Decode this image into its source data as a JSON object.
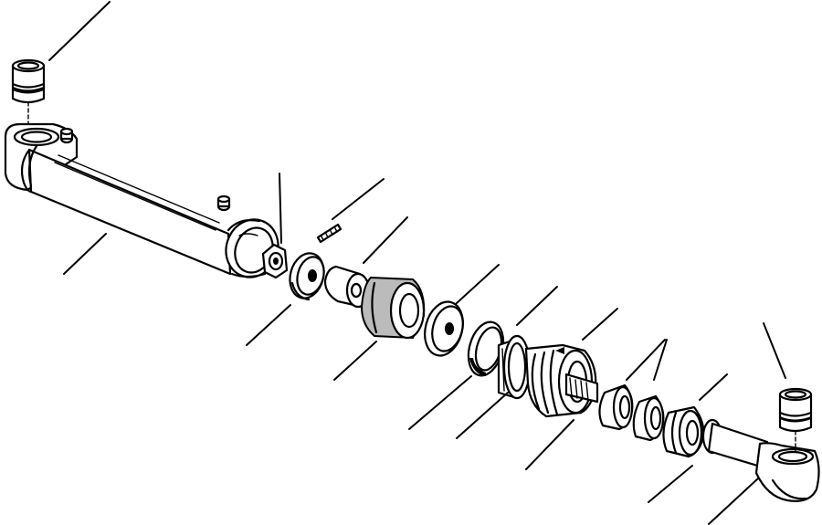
{
  "figure": {
    "parts": [
      {
        "id": "upper-bushing"
      },
      {
        "id": "cylinder-barrel"
      },
      {
        "id": "grease-fitting"
      },
      {
        "id": "piston-nut"
      },
      {
        "id": "roll-pin"
      },
      {
        "id": "washer"
      },
      {
        "id": "spacer"
      },
      {
        "id": "piston"
      },
      {
        "id": "piston-washer"
      },
      {
        "id": "piston-seal"
      },
      {
        "id": "wear-ring"
      },
      {
        "id": "gland"
      },
      {
        "id": "gland-seals"
      },
      {
        "id": "rod-wiper"
      },
      {
        "id": "piston-rod"
      },
      {
        "id": "lower-bushing"
      }
    ],
    "callout_count": 16
  }
}
